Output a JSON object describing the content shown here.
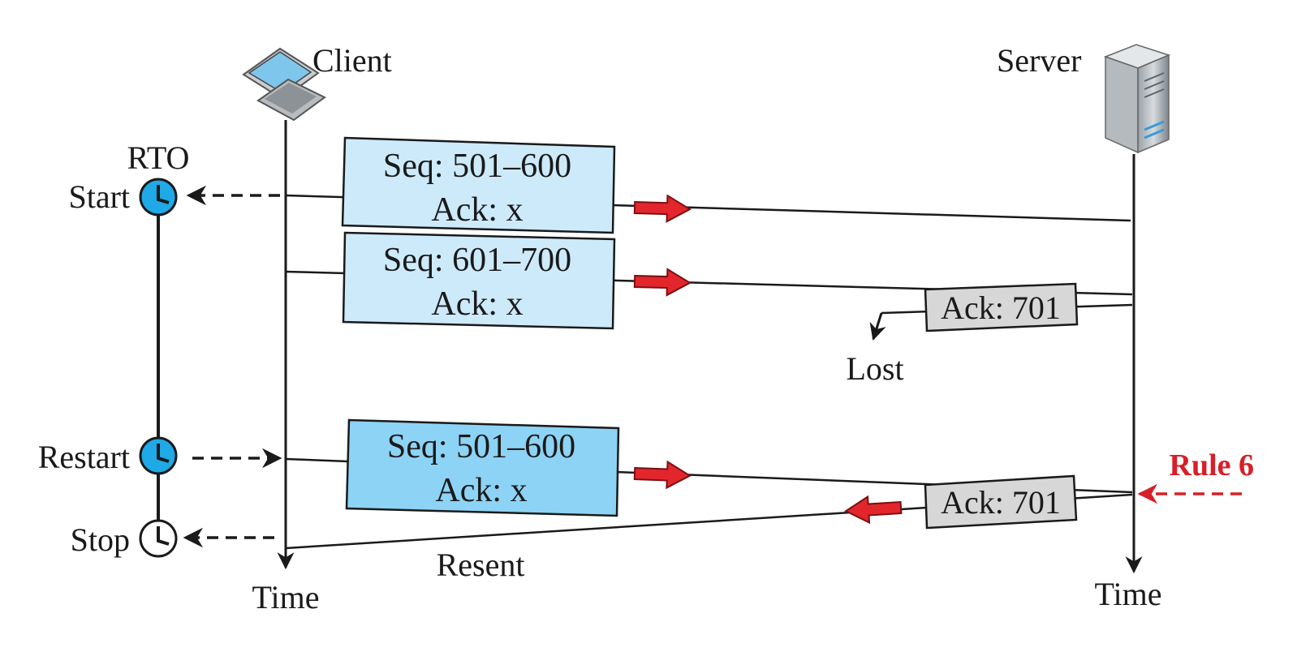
{
  "participants": {
    "client": "Client",
    "server": "Server"
  },
  "timer": {
    "title": "RTO",
    "start": "Start",
    "restart": "Restart",
    "stop": "Stop"
  },
  "axis": {
    "client_time": "Time",
    "server_time": "Time"
  },
  "segments": [
    {
      "seq": "Seq: 501–600",
      "ack": "Ack: x"
    },
    {
      "seq": "Seq: 601–700",
      "ack": "Ack: x"
    },
    {
      "seq": "Seq: 501–600",
      "ack": "Ack: x"
    }
  ],
  "acks": [
    {
      "label": "Ack: 701"
    },
    {
      "label": "Ack: 701"
    }
  ],
  "annotations": {
    "lost": "Lost",
    "resent": "Resent",
    "rule": "Rule 6"
  },
  "colors": {
    "segment_light": "#cdeafa",
    "segment_dark": "#8dd3f5",
    "ack_box": "#d7d7d7",
    "clock_fill": "#1fa9e6",
    "arrow_red": "#e3262c",
    "rule_red": "#d81e27",
    "line": "#1a1a1a"
  }
}
